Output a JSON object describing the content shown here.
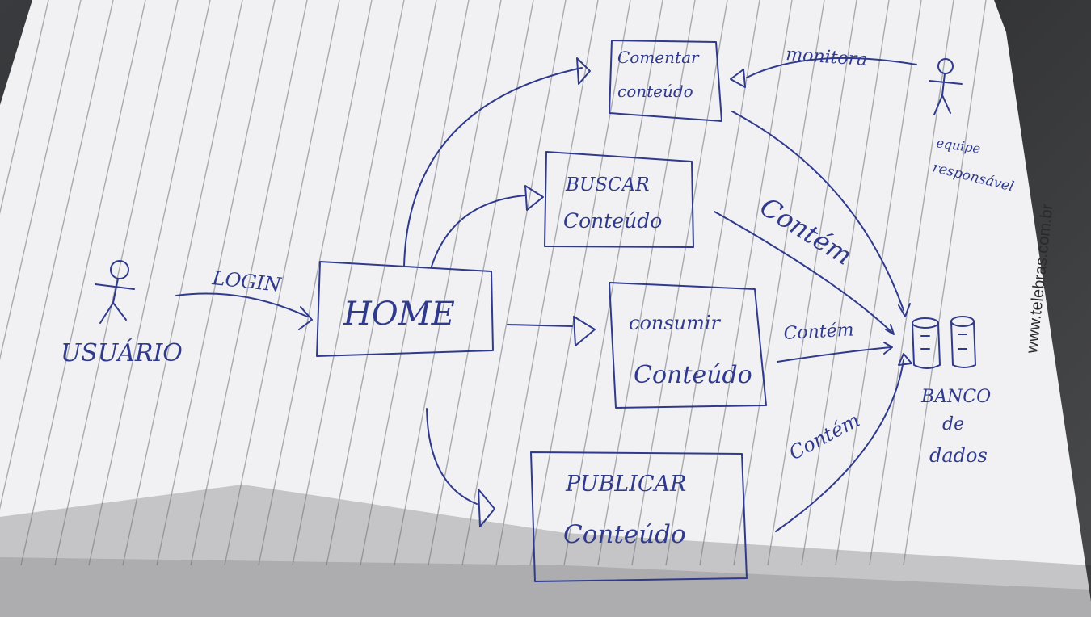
{
  "actors": {
    "usuario": "USUÁRIO",
    "equipe_line1": "equipe",
    "equipe_line2": "responsável"
  },
  "nodes": {
    "home": "HOME",
    "comentar_line1": "Comentar",
    "comentar_line2": "conteúdo",
    "buscar_line1": "BUSCAR",
    "buscar_line2": "Conteúdo",
    "consumir_line1": "consumir",
    "consumir_line2": "Conteúdo",
    "publicar_line1": "PUBLICAR",
    "publicar_line2": "Conteúdo",
    "banco_line1": "BANCO",
    "banco_line2": "de",
    "banco_line3": "dados"
  },
  "edges": {
    "login": "LOGIN",
    "monitora": "monitora",
    "contem_buscar": "Contém",
    "contem_consumir": "Contém",
    "contem_publicar": "Contém"
  },
  "watermark": "www.telebras.com.br",
  "colors": {
    "ink": "#2f3a8c",
    "paper": "#f3f3f6"
  }
}
